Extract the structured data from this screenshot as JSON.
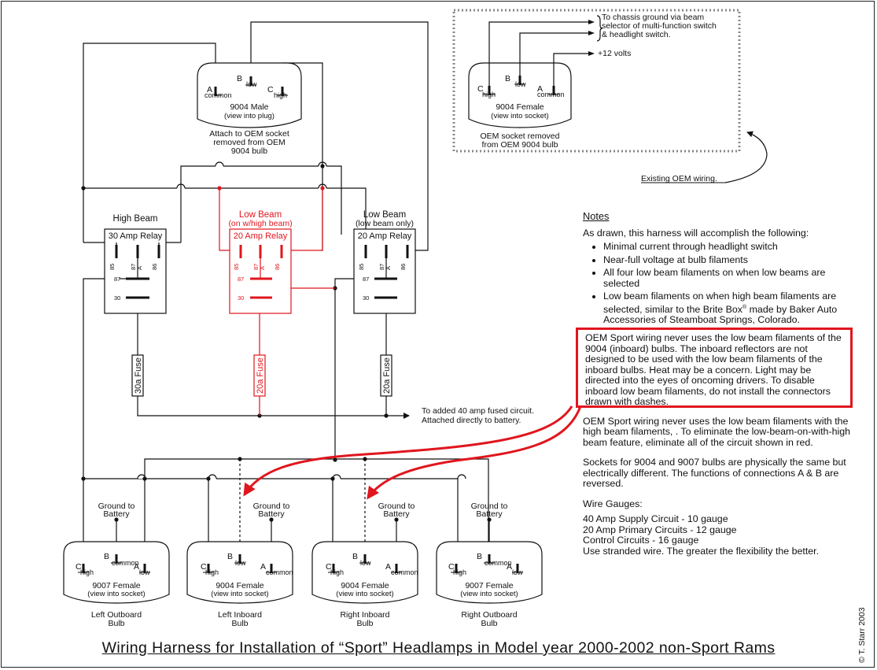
{
  "title": "Wiring Harness for Installation of “Sport” Headlamps in Model year 2000-2002 non-Sport Rams",
  "copyright": "© T. Starr 2003",
  "colors": {
    "wire": "#111111",
    "red_circuit": "#e0161e",
    "annotation_border": "#e0161e"
  },
  "male_plug": {
    "name": "9004 Male",
    "view": "(view into plug)",
    "caption": [
      "Attach to OEM socket",
      "removed from OEM",
      "9004 bulb"
    ],
    "pins": {
      "a": "A",
      "a_sub": "common",
      "b": "B",
      "b_sub": "low",
      "c": "C",
      "c_sub": "high"
    }
  },
  "oem_socket": {
    "name": "9004 Female",
    "view": "(view into socket)",
    "caption": [
      "OEM socket removed",
      "from OEM 9004 bulb"
    ],
    "pins": {
      "c": "C",
      "c_sub": "high",
      "b": "B",
      "b_sub": "low",
      "a": "A",
      "a_sub": "common"
    },
    "chassis_note": [
      "To chassis ground via beam",
      "selector of multi-function switch",
      "& headlight switch."
    ],
    "plus12": "+12 volts",
    "existing": "Existing OEM wiring."
  },
  "relays": [
    {
      "title": [
        "High Beam"
      ],
      "label": "30 Amp Relay",
      "pins": [
        "85",
        "87",
        "A",
        "86",
        "87",
        "30"
      ],
      "fuse": "30a Fuse"
    },
    {
      "title": [
        "Low Beam",
        "(on w/high beam)"
      ],
      "label": "20 Amp Relay",
      "pins": [
        "85",
        "87",
        "A",
        "86",
        "87",
        "30"
      ],
      "fuse": "20a Fuse"
    },
    {
      "title": [
        "Low Beam",
        "(low beam only)"
      ],
      "label": "20 Amp Relay",
      "pins": [
        "85",
        "87",
        "A",
        "86",
        "87",
        "30"
      ],
      "fuse": "20a Fuse"
    }
  ],
  "supply_note": [
    "To added 40 amp fused circuit.",
    "Attached directly to battery."
  ],
  "ground_label": [
    "Ground to",
    "Battery"
  ],
  "sockets": [
    {
      "name": "9007 Female",
      "view": "(view into socket)",
      "caption": [
        "Left Outboard",
        "Bulb"
      ],
      "pins": {
        "left": "C",
        "left_sub": "high",
        "mid": "B",
        "mid_sub": "common",
        "right": "A",
        "right_sub": "low"
      }
    },
    {
      "name": "9004 Female",
      "view": "(view into socket)",
      "caption": [
        "Left Inboard",
        "Bulb"
      ],
      "pins": {
        "left": "C",
        "left_sub": "high",
        "mid": "B",
        "mid_sub": "low",
        "right": "A",
        "right_sub": "common"
      }
    },
    {
      "name": "9004 Female",
      "view": "(view into socket)",
      "caption": [
        "Right Inboard",
        "Bulb"
      ],
      "pins": {
        "left": "C",
        "left_sub": "high",
        "mid": "B",
        "mid_sub": "low",
        "right": "A",
        "right_sub": "common"
      }
    },
    {
      "name": "9007 Female",
      "view": "(view into socket)",
      "caption": [
        "Right Outboard",
        "Bulb"
      ],
      "pins": {
        "left": "C",
        "left_sub": "high",
        "mid": "B",
        "mid_sub": "common",
        "right": "A",
        "right_sub": "low"
      }
    }
  ],
  "notes": {
    "heading": "Notes",
    "intro": "As drawn, this harness will accomplish the following:",
    "bullets": [
      "Minimal current through headlight switch",
      "Near-full voltage at bulb filaments",
      "All four low beam filaments on when low beams are selected",
      "Low beam filaments on when high beam filaments are selected, similar to the Brite Box",
      "made by Baker Auto Accessories of Steamboat Springs, Colorado."
    ],
    "reg": "®",
    "boxed": "OEM Sport wiring never uses the low beam filaments of the 9004 (inboard) bulbs. The inboard reflectors are not designed to be used with the low beam filaments of the inboard bulbs.  Heat may be a concern. Light may be directed into the eyes of oncoming drivers. To disable inboard low beam filaments, do not install the connectors drawn with dashes.",
    "para2": "OEM Sport wiring never uses the low beam filaments with the high beam filaments, . To eliminate the low-beam-on-with-high beam feature, eliminate all of the circuit shown in red.",
    "para3": "Sockets for 9004 and 9007 bulbs are physically the same but electrically different. The functions of connections A & B are reversed.",
    "gauges_title": "Wire Gauges:",
    "gauges": [
      "40 Amp Supply Circuit - 10 gauge",
      "20 Amp Primary Circuits - 12 gauge",
      "Control Circuits - 16 gauge",
      "Use stranded wire. The greater the flexibility the better."
    ]
  }
}
